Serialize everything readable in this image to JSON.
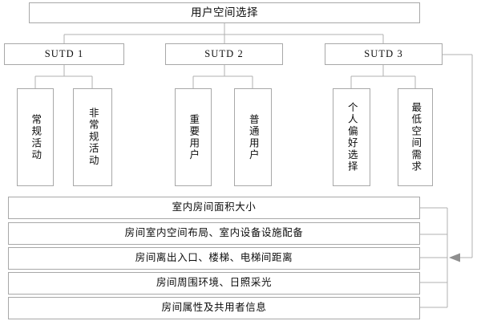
{
  "diagram": {
    "type": "hierarchy-tree",
    "title": "用户空间选择",
    "root": {
      "label": "用户空间选择"
    },
    "level1": [
      {
        "label": "SUTD 1"
      },
      {
        "label": "SUTD 2"
      },
      {
        "label": "SUTD 3"
      }
    ],
    "leaves": [
      {
        "label": "常规活动",
        "parent": "SUTD 1"
      },
      {
        "label": "非常规活动",
        "parent": "SUTD 1"
      },
      {
        "label": "重要用户",
        "parent": "SUTD 2"
      },
      {
        "label": "普通用户",
        "parent": "SUTD 2"
      },
      {
        "label": "个人偏好选择",
        "parent": "SUTD 3"
      },
      {
        "label": "最低空间需求",
        "parent": "SUTD 3"
      }
    ],
    "criteria": [
      {
        "label": "室内房间面积大小"
      },
      {
        "label": "房间室内空间布局、室内设备设施配备"
      },
      {
        "label": "房间离出入口、楼梯、电梯间距离"
      },
      {
        "label": "房间周围环境、日照采光"
      },
      {
        "label": "房间属性及共用者信息"
      }
    ],
    "colors": {
      "border": "#a8a8a8",
      "connector": "#b0b0b0",
      "text": "#0d0d0d",
      "background": "#ffffff"
    }
  }
}
